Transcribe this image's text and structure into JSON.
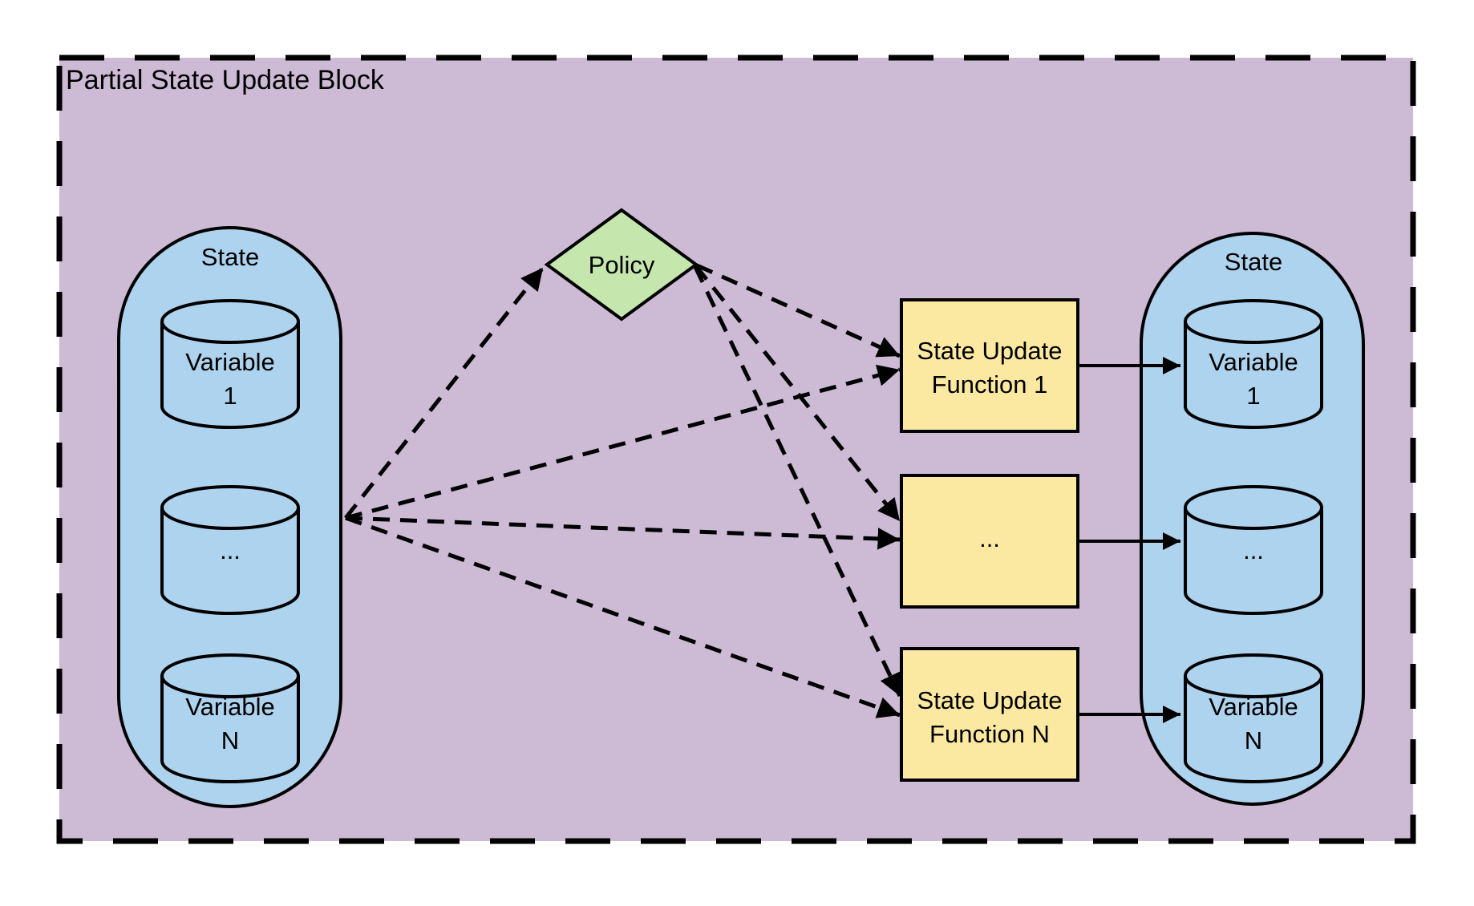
{
  "diagram": {
    "title": "Partial State Update Block",
    "colors": {
      "canvas": "#ffffff",
      "block_fill": "#cdbad5",
      "state_fill": "#aed3ee",
      "policy_fill": "#c5e7ae",
      "function_fill": "#fce9a1",
      "line": "#000000"
    },
    "left_state": {
      "label": "State",
      "cylinders": [
        {
          "line1": "Variable",
          "line2": "1"
        },
        {
          "line1": "...",
          "line2": ""
        },
        {
          "line1": "Variable",
          "line2": "N"
        }
      ]
    },
    "policy": {
      "label": "Policy"
    },
    "functions": [
      {
        "line1": "State Update",
        "line2": "Function 1"
      },
      {
        "line1": "...",
        "line2": ""
      },
      {
        "line1": "State Update",
        "line2": "Function N"
      }
    ],
    "right_state": {
      "label": "State",
      "cylinders": [
        {
          "line1": "Variable",
          "line2": "1"
        },
        {
          "line1": "...",
          "line2": ""
        },
        {
          "line1": "Variable",
          "line2": "N"
        }
      ]
    }
  }
}
